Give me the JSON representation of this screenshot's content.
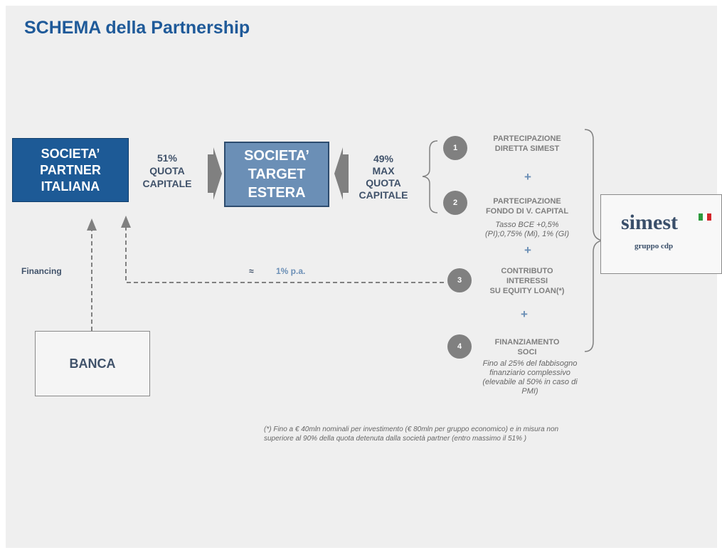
{
  "title": "SCHEMA della Partnership",
  "boxes": {
    "partner": "SOCIETA’\nPARTNER\nITALIANA",
    "target": "SOCIETA’\nTARGET\nESTERA",
    "banca": "BANCA"
  },
  "labels": {
    "quota_51": "51%\nQUOTA\nCAPITALE",
    "quota_49": "49%\nMAX\nQUOTA\nCAPITALE",
    "financing": "Financing",
    "approx": "≈",
    "rate": "1% p.a."
  },
  "options": [
    {
      "num": "1",
      "label": "PARTECIPAZIONE\nDIRETTA SIMEST"
    },
    {
      "num": "2",
      "label": "PARTECIPAZIONE\nFONDO DI V. CAPITAL",
      "note": "Tasso BCE +0,5%\n(PI);0,75% (Mi), 1% (GI)"
    },
    {
      "num": "3",
      "label": "CONTRIBUTO\nINTERESSI\nSU EQUITY LOAN(*)"
    },
    {
      "num": "4",
      "label": "FINANZIAMENTO\nSOCI",
      "note": "Fino al 25% del fabbisogno\nfinanziario complessivo\n(elevabile al 50% in caso di\nPMI)"
    }
  ],
  "plus_sign": "+",
  "footnote": "(*) Fino a € 40mln nominali per  investimento (€ 80mln per gruppo economico) e in misura non\nsuperiore al 90% della quota detenuta dalla società partner (entro  massimo il 51% )",
  "logo": {
    "name": "simest",
    "sub": "gruppo cdp",
    "flag_colors": [
      "#2e9b3e",
      "#ffffff",
      "#d3272b"
    ]
  },
  "colors": {
    "title": "#1f5a99",
    "partner_box": "#1d5a96",
    "target_box": "#6b8fb6",
    "text": "#40526a",
    "circle": "#808080",
    "arrow": "#808080"
  }
}
